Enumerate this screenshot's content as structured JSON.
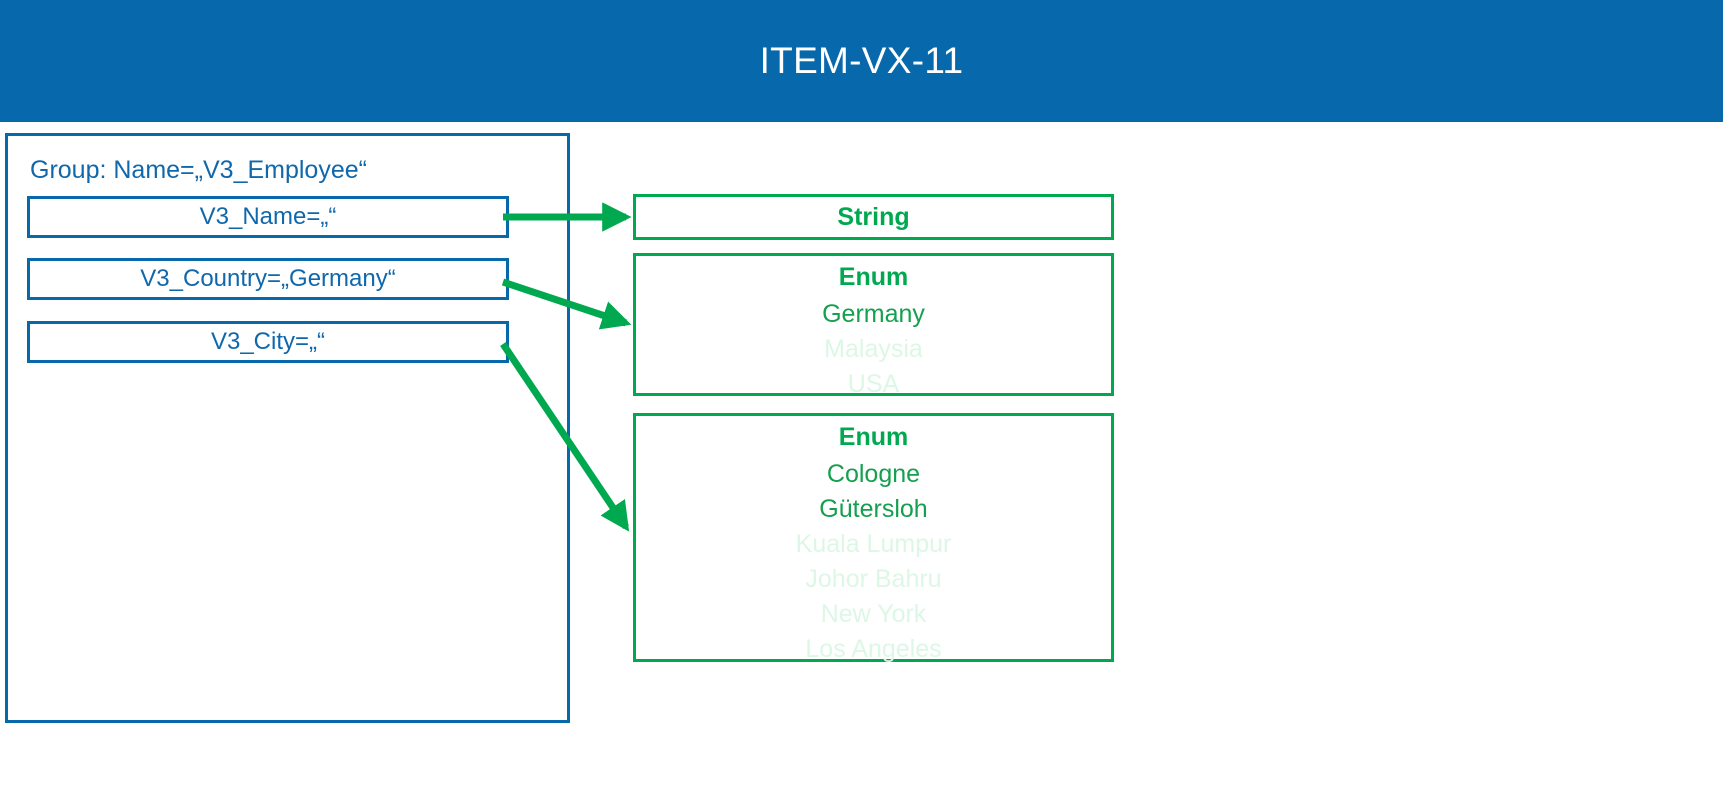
{
  "header": {
    "title": "ITEM-VX-11",
    "background_color": "#0868AC",
    "text_color": "#FFFFFF"
  },
  "colors": {
    "blue": "#0868AC",
    "blue_text": "#1068AC",
    "green": "#00A94F",
    "green_text": "#14A04E",
    "green_dim": "#DDF7E6",
    "white": "#FFFFFF"
  },
  "group": {
    "label": "Group: Name=„V3_Employee“",
    "attributes": [
      {
        "name": "V3_Name",
        "label": "V3_Name=„“",
        "value": ""
      },
      {
        "name": "V3_Country",
        "label": "V3_Country=„Germany“",
        "value": "Germany"
      },
      {
        "name": "V3_City",
        "label": "V3_City=„“",
        "value": ""
      }
    ]
  },
  "types": [
    {
      "name": "string-type",
      "kind": "String",
      "items": []
    },
    {
      "name": "country-enum-type",
      "kind": "Enum",
      "items": [
        {
          "label": "Germany",
          "enabled": true
        },
        {
          "label": "Malaysia",
          "enabled": false
        },
        {
          "label": "USA",
          "enabled": false
        }
      ]
    },
    {
      "name": "city-enum-type",
      "kind": "Enum",
      "items": [
        {
          "label": "Cologne",
          "enabled": true
        },
        {
          "label": "Gütersloh",
          "enabled": true
        },
        {
          "label": "Kuala Lumpur",
          "enabled": false
        },
        {
          "label": "Johor Bahru",
          "enabled": false
        },
        {
          "label": "New York",
          "enabled": false
        },
        {
          "label": "Los Angeles",
          "enabled": false
        }
      ]
    }
  ],
  "connectors": [
    {
      "name": "arrow-name-to-string",
      "from": "V3_Name",
      "to": "string-type"
    },
    {
      "name": "arrow-country-to-enum",
      "from": "V3_Country",
      "to": "country-enum-type"
    },
    {
      "name": "arrow-city-to-enum",
      "from": "V3_City",
      "to": "city-enum-type"
    }
  ]
}
